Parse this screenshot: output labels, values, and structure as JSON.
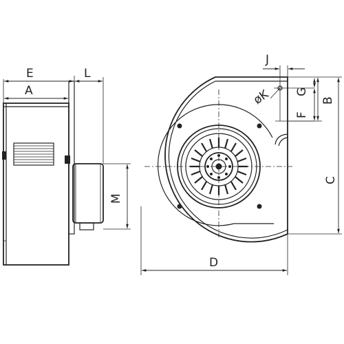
{
  "dimensions": {
    "A": "A",
    "B": "B",
    "C": "C",
    "D": "D",
    "E": "E",
    "F": "F",
    "G": "G",
    "J": "J",
    "K": "øK",
    "L": "L",
    "M": "M"
  },
  "colors": {
    "line": "#222222",
    "background": "#ffffff"
  }
}
